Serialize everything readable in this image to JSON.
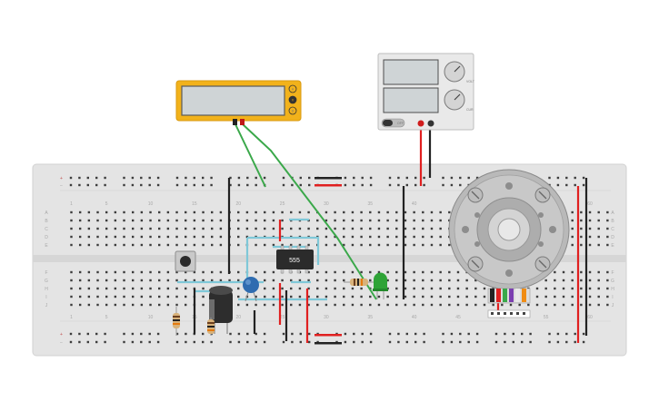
{
  "breadboard": {
    "column_numbers": [
      "1",
      "5",
      "10",
      "15",
      "20",
      "25",
      "30",
      "35",
      "40",
      "45",
      "50",
      "55",
      "60"
    ],
    "row_letters_top": [
      "A",
      "B",
      "C",
      "D",
      "E"
    ],
    "row_letters_bottom": [
      "F",
      "G",
      "H",
      "I",
      "J"
    ]
  },
  "ic": {
    "label": "555"
  },
  "power_supply": {
    "switch_label": "OFF",
    "knob_labels": [
      "VOLT",
      "CUR"
    ]
  },
  "multimeter": {
    "mode_labels": [
      "A",
      "V",
      "Ω"
    ]
  },
  "colors": {
    "board": "#e4e4e4",
    "wire_red": "#e02020",
    "wire_black": "#222222",
    "wire_green": "#3aa84a",
    "wire_cyan": "#7fc8d8",
    "multimeter_body": "#f2b21b",
    "led_green": "#2ea336",
    "capacitor_blue": "#2f6cb0",
    "motor_gray": "#b9b9b9"
  }
}
